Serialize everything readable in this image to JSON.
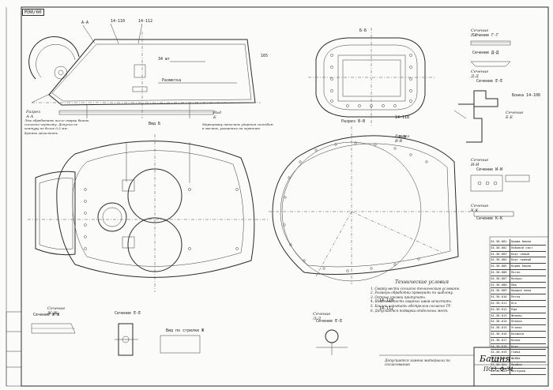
{
  "drawing": {
    "stamp": "МЭИ/60",
    "title": "Башня",
    "subtitle": "ПОЗ. Ф-34",
    "notes_title": "Технические условия",
    "notes": [
      "1. Сварку вести согласно техническим условиям.",
      "2. Размеры обработки проверить по шаблону.",
      "3. Острые кромки притупить.",
      "4. Шероховатость сварных швов зачистить.",
      "5. Башню испытать обстрелом согласно ТУ.",
      "6. Допускается подварка отдельных мест."
    ],
    "side_note": [
      "Люк обработать после сварки башни",
      "согласно чертежу. Допуски по",
      "контуру не более 0,5 мм.",
      "Кромки зачистить."
    ],
    "top_note": [
      "Маркировку наносить ударным способом",
      "в местах, указанных на чертеже."
    ],
    "bottom_mid": "Допускается замена материала по согласованию",
    "sections": [
      "Разрез А-А",
      "Вид Б",
      "Разрез В-В",
      "Сечение Г-Г",
      "Сечение Д-Д",
      "Сечение Е-Е",
      "Сечение Ж-Ж",
      "Сечение И-И",
      "Сечение К-К",
      "Сечение Л-Л"
    ],
    "bom_rows": [
      [
        "34-30-001",
        "Крыша башни"
      ],
      [
        "34-30-002",
        "Лобовой лист"
      ],
      [
        "34-30-003",
        "Борт левый"
      ],
      [
        "34-30-004",
        "Борт правый"
      ],
      [
        "34-30-005",
        "Корма башни"
      ],
      [
        "34-30-006",
        "Погон"
      ],
      [
        "34-30-007",
        "Кольцо"
      ],
      [
        "34-30-008",
        "Люк"
      ],
      [
        "34-30-009",
        "Крышка люка"
      ],
      [
        "34-30-010",
        "Петля"
      ],
      [
        "34-30-011",
        "Ось"
      ],
      [
        "34-30-012",
        "Рым"
      ],
      [
        "34-30-013",
        "Фланец"
      ],
      [
        "34-30-014",
        "Планка"
      ],
      [
        "34-30-015",
        "Уголок"
      ],
      [
        "34-30-016",
        "Косынка"
      ],
      [
        "34-30-017",
        "Бонка"
      ],
      [
        "34-30-018",
        "Болт"
      ],
      [
        "34-30-019",
        "Гайка"
      ],
      [
        "34-30-020",
        "Шайба"
      ],
      [
        "34-30-021",
        "Пробка"
      ],
      [
        "34-30-022",
        "Заглушка"
      ]
    ]
  }
}
